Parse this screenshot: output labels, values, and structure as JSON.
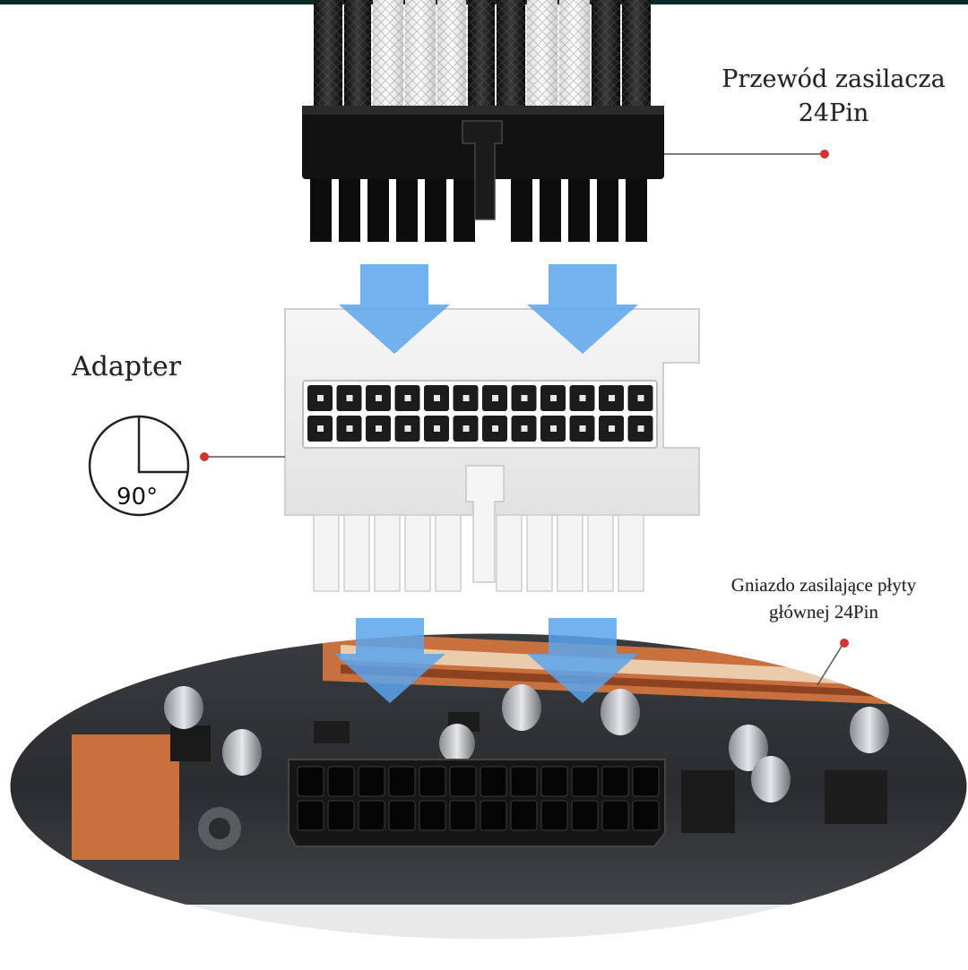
{
  "labels": {
    "cable": [
      "Przewód zasilacza",
      "24Pin"
    ],
    "adapter": "Adapter",
    "angle": "90°",
    "socket": [
      "Gniazdo zasilające płyty",
      "głównej 24Pin"
    ]
  },
  "colors": {
    "arrow": "#5aa3ec",
    "pointer_dot": "#d23434",
    "connector_black": "#111111",
    "adapter_white": "#efefef",
    "board_dark": "#2b2e30",
    "slot_copper": "#c8703e",
    "top_bar": "#0b2b2a"
  }
}
